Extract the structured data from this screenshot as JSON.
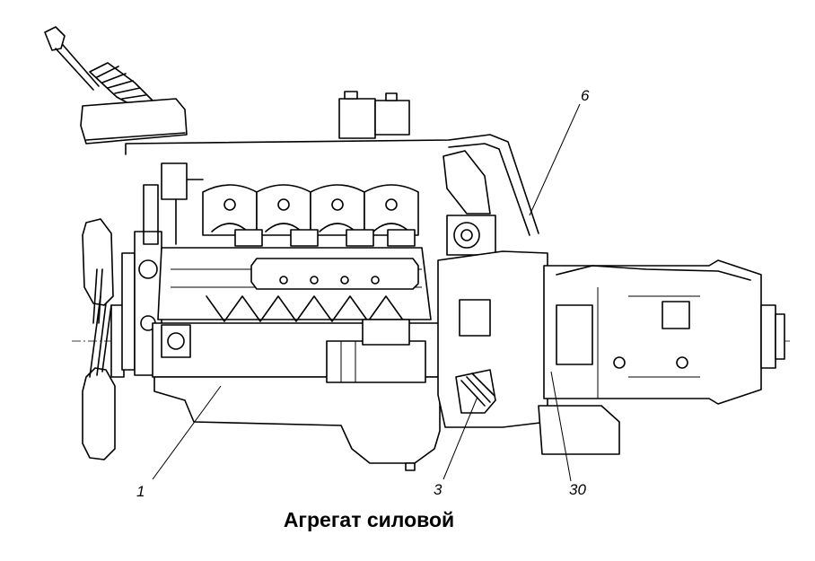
{
  "caption": "Агрегат силовой",
  "callouts": [
    {
      "id": "callout-1",
      "text": "1"
    },
    {
      "id": "callout-3",
      "text": "3"
    },
    {
      "id": "callout-6",
      "text": "6"
    },
    {
      "id": "callout-30",
      "text": "30"
    }
  ],
  "colors": {
    "ink": "#000000",
    "paper": "#ffffff"
  }
}
